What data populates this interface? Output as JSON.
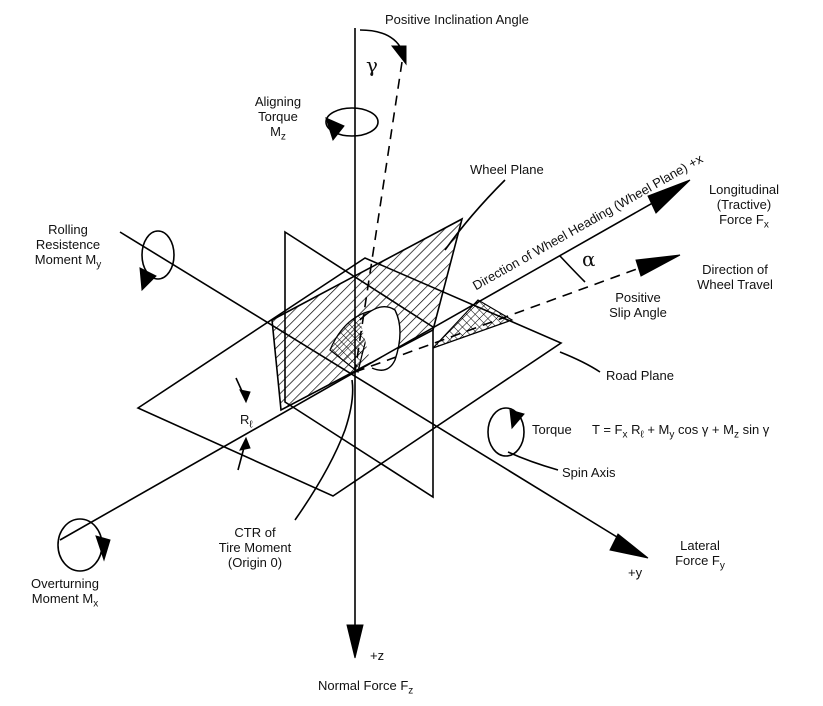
{
  "labels": {
    "positive_inclination_angle": "Positive Inclination Angle",
    "gamma": "γ",
    "aligning_torque_line1": "Aligning",
    "aligning_torque_line2": "Torque",
    "aligning_torque_symbol": "M",
    "aligning_torque_sub": "z",
    "wheel_plane": "Wheel Plane",
    "wheel_heading": "Direction of Wheel Heading (Wheel Plane) +x",
    "longitudinal_line1": "Longitudinal",
    "longitudinal_line2": "(Tractive)",
    "longitudinal_line3": "Force F",
    "longitudinal_sub": "x",
    "rolling_line1": "Rolling",
    "rolling_line2": "Resistence",
    "rolling_line3": "Moment M",
    "rolling_sub": "y",
    "alpha": "α",
    "direction_travel_line1": "Direction of",
    "direction_travel_line2": "Wheel Travel",
    "slip_line1": "Positive",
    "slip_line2": "Slip Angle",
    "road_plane": "Road Plane",
    "r_symbol": "R",
    "r_sub": "ℓ",
    "torque_label": "Torque",
    "torque_equation": "T = F",
    "torque_eq_sub1": "x",
    "torque_eq_mid1": " R",
    "torque_eq_sub2": "ℓ",
    "torque_eq_mid2": " + M",
    "torque_eq_sub3": "y",
    "torque_eq_mid3": " cos γ + M",
    "torque_eq_sub4": "z",
    "torque_eq_end": " sin γ",
    "spin_axis": "Spin Axis",
    "ctr_line1": "CTR of",
    "ctr_line2": "Tire Moment",
    "ctr_line3": "(Origin 0)",
    "lateral_line1": "Lateral",
    "lateral_line2": "Force F",
    "lateral_sub": "y",
    "plus_y": "+y",
    "overturning_line1": "Overturning",
    "overturning_line2": "Moment  M",
    "overturning_sub": "x",
    "plus_z": "+z",
    "normal_force": "Normal Force F",
    "normal_sub": "z"
  }
}
